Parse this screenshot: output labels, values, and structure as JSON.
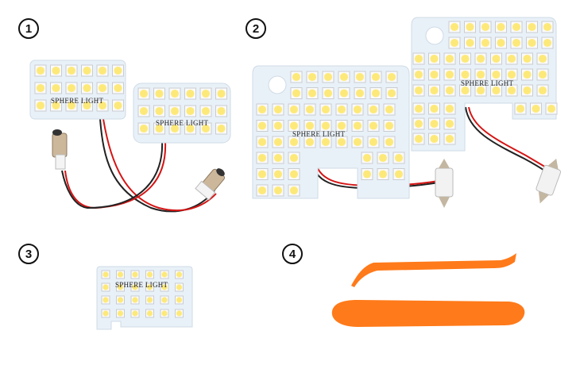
{
  "panels": [
    {
      "label": "1",
      "brand": "SPHERE LIGHT"
    },
    {
      "label": "2",
      "brand": "SPHERE LIGHT"
    },
    {
      "label": "3",
      "brand": "SPHERE LIGHT"
    },
    {
      "label": "4"
    }
  ],
  "colors": {
    "board": "#e9f1f8",
    "led": "#fde97a",
    "led_frame": "#c9ccd0",
    "tool": "#ff7a1a",
    "wire_red": "#d41515",
    "wire_black": "#222222"
  }
}
